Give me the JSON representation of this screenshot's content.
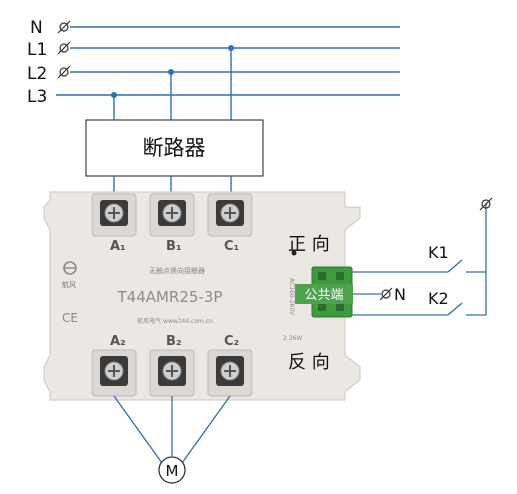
{
  "lines": {
    "n": "N",
    "l1": "L1",
    "l2": "L2",
    "l3": "L3"
  },
  "breaker": {
    "label": "断路器"
  },
  "device": {
    "brand": "航风",
    "subtitle": "无触点换向接触器",
    "model": "T44AMR25-3P",
    "ce": "CE",
    "website": "航风电气 www.t44.com.cn",
    "side_rating": "AC160-260V",
    "bottom_mark": "2.26W",
    "terminals_top": [
      "A₁",
      "B₁",
      "C₁"
    ],
    "terminals_bottom": [
      "A₂",
      "B₂",
      "C₂"
    ]
  },
  "control": {
    "forward": "正 向",
    "reverse": "反 向",
    "common": "公共端",
    "n": "N",
    "k1": "K1",
    "k2": "K2"
  },
  "motor": {
    "label": "M"
  },
  "colors": {
    "wire": "#1a5fa8",
    "body": "#ece8e4",
    "terminal_green": "#3a9a3a",
    "common_badge": "#4ea24e"
  }
}
